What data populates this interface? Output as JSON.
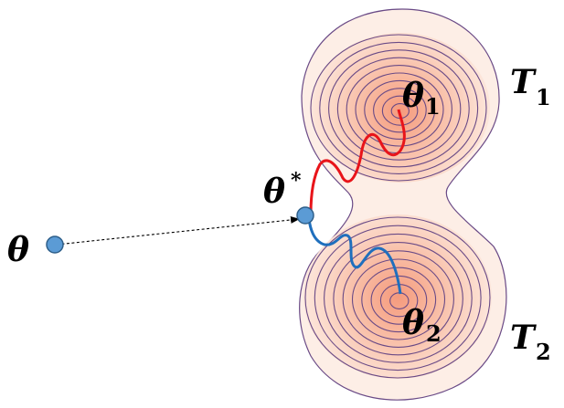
{
  "labels": {
    "theta": "θ",
    "theta_star": "θ",
    "star": "*",
    "theta_1": "θ",
    "theta_1_sub": "1",
    "theta_2": "θ",
    "theta_2_sub": "2",
    "T_1": "T",
    "T_1_sub": "1",
    "T_2": "T",
    "T_2_sub": "2"
  },
  "colors": {
    "path_to_task1": "#e8141a",
    "path_to_task2": "#1f6fbd",
    "point_fill": "#5b9bd5",
    "point_stroke": "#2e5f8a",
    "contour_line": "#6a4a86",
    "basin_center": "#f59a7d",
    "basin_edge": "#fdeee6"
  }
}
